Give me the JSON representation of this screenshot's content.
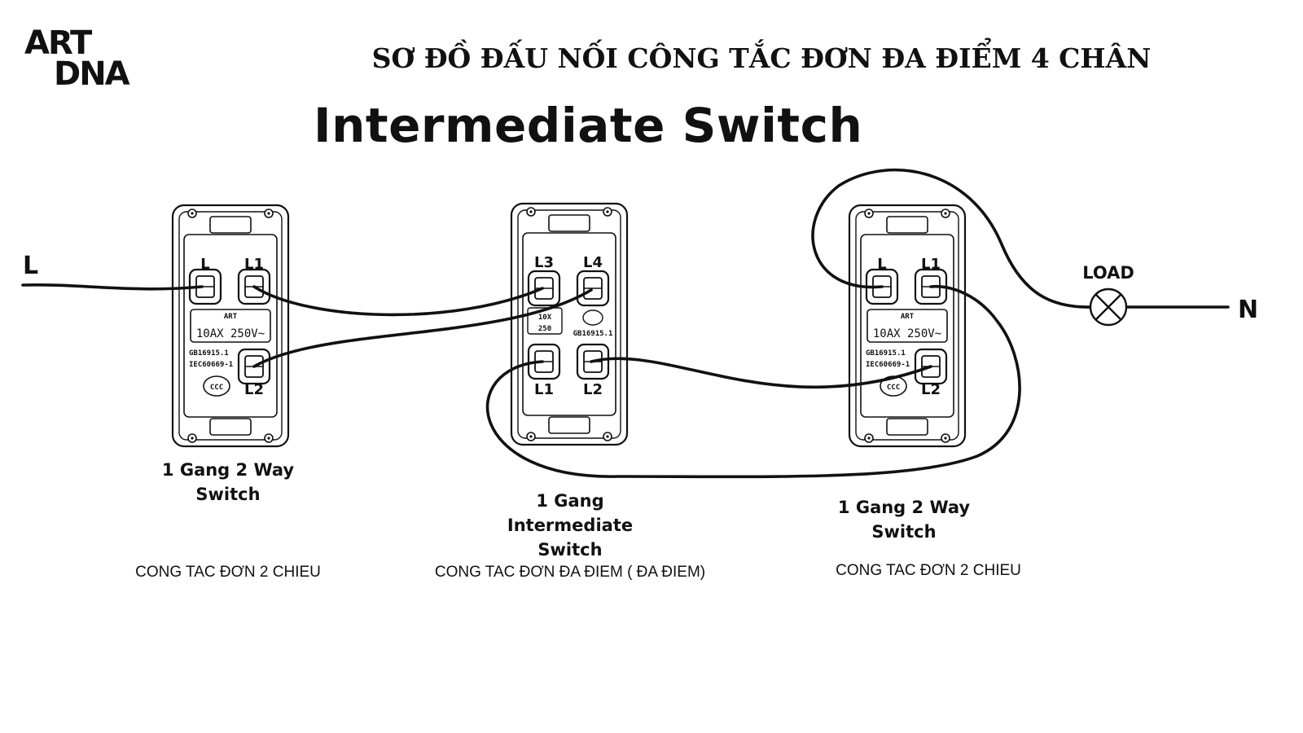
{
  "brand": {
    "logo_line1": "ART",
    "logo_line2": "DNA"
  },
  "header": {
    "vn_title": "SƠ ĐỒ ĐẤU NỐI CÔNG TẮC ĐƠN ĐA ĐIỂM 4 CHÂN",
    "main_title": "Intermediate Switch"
  },
  "wires": {
    "line_label": "L",
    "neutral_label": "N",
    "load_label": "LOAD"
  },
  "switch_left": {
    "terminals": [
      "L",
      "L1",
      "L2"
    ],
    "rating": "10AX 250V~",
    "standard1": "GB16915.1",
    "standard2": "IEC60669-1",
    "name_line1": "1 Gang 2 Way",
    "name_line2": "Switch",
    "subtitle": "CONG TAC ĐƠN 2 CHIEU"
  },
  "switch_middle": {
    "terminals": [
      "L3",
      "L4",
      "L1",
      "L2"
    ],
    "rating_line1": "10X",
    "rating_line2": "250",
    "standard1": "GB16915.1",
    "name_line1": "1 Gang",
    "name_line2": "Intermediate",
    "name_line3": "Switch",
    "subtitle": "CONG TAC ĐƠN ĐA ĐIEM ( ĐA ĐIEM)"
  },
  "switch_right": {
    "terminals": [
      "L",
      "L1",
      "L2"
    ],
    "rating": "10AX 250V~",
    "standard1": "GB16915.1",
    "standard2": "IEC60669-1",
    "name_line1": "1 Gang 2 Way",
    "name_line2": "Switch",
    "subtitle": "CONG TAC ĐƠN 2 CHIEU"
  }
}
